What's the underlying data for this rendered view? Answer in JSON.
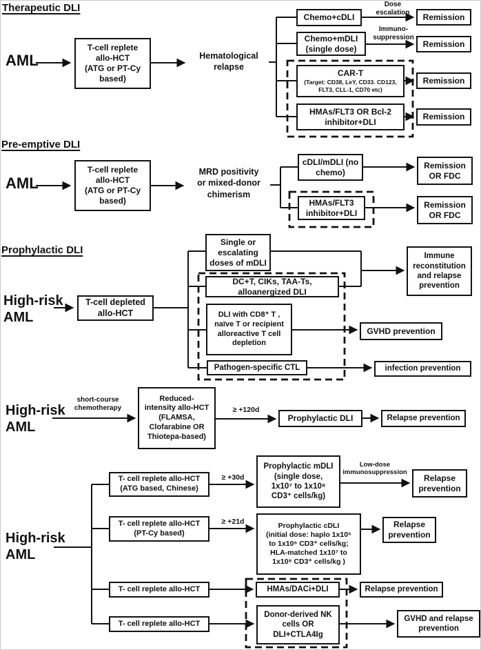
{
  "therapeutic": {
    "title": "Therapeutic DLI",
    "aml": "AML",
    "hct": "T-cell replete\nallo-HCT\n(ATG or PT-Cy\nbased)",
    "relapse": "Hematological\nrelapse",
    "chemo_cdli": "Chemo+cDLI",
    "dose_escalation": "Dose\nescalation",
    "remission1": "Remission",
    "chemo_mdli": "Chemo+mDLI\n(single dose)",
    "immunosuppression": "Immuno-\nsuppression",
    "remission2": "Remission",
    "car_t_title": "CAR-T",
    "car_t_targets": "(Target: CD38, LeY, CD33. CD123,\nFLT3, CLL-1, CD70 etc)",
    "remission3": "Remission",
    "hmas": "HMAs/FLT3 OR Bcl-2\ninhibitor+DLI",
    "remission4": "Remission"
  },
  "preemptive": {
    "title": "Pre-emptive DLI",
    "aml": "AML",
    "hct": "T-cell replete\nallo-HCT\n(ATG or PT-Cy\nbased)",
    "mrd": "MRD positivity\nor mixed-donor\nchimerism",
    "cdli_mdli": "cDLI/mDLI (no\nchemo)",
    "remission_fdc1": "Remission\nOR FDC",
    "hmas": "HMAs/FLT3\ninhibitor+DLI",
    "remission_fdc2": "Remission\nOR FDC"
  },
  "prophylactic": {
    "title": "Prophylactic DLI",
    "aml": "High-risk\nAML",
    "hct": "T-cell depleted\nallo-HCT",
    "mdli": "Single or\nescalating\ndoses of mDLI",
    "dc_t": "DC+T, CIKs, TAA-Ts,\nalloanergized DLI",
    "dli_cd8": "DLI with CD8⁺ T ,\nnaïve T or recipient\nalloreactive T cell\ndepletion",
    "pathogen_ctl": "Pathogen-specific CTL",
    "immune": "Immune\nreconstitution\nand relapse\nprevention",
    "gvhd": "GVHD prevention",
    "infection": "infection prevention"
  },
  "reduced": {
    "aml": "High-risk\nAML",
    "chemo_label": "short-course\nchemotherapy",
    "hct": "Reduced-\nintensity allo-HCT\n(FLAMSA,\nClofarabine OR\nThiotepa-based)",
    "days_label": "≥ +120d",
    "dli": "Prophylactic DLI",
    "outcome": "Relapse prevention"
  },
  "replete": {
    "aml": "High-risk\nAML",
    "hct_atg": "T- cell replete allo-HCT\n(ATG based, Chinese)",
    "d30": "≥ +30d",
    "mdli": "Prophylactic mDLI\n(single dose,\n1x10⁷ to 1x10⁸\nCD3⁺ cells/kg)",
    "lowdose": "Low-dose\nimmunosuppression",
    "relapse1": "Relapse\nprevention",
    "hct_ptcy": "T- cell replete allo-HCT\n(PT-Cy based)",
    "d21": "≥ +21d",
    "cdli": "Prophylactic cDLI\n(initial dose: haplo 1x10⁵\nto 1x10⁶ CD3⁺ cells/kg;\nHLA-matched 1x10⁷ to\n1x10⁸ CD3⁺ cells/kg )",
    "relapse2": "Relapse\nprevention",
    "hct3": "T- cell replete allo-HCT",
    "hmas_daci": "HMAs/DACi+DLI",
    "relapse3": "Relapse prevention",
    "hct4": "T- cell replete allo-HCT",
    "nk": "Donor-derived NK\ncells OR\nDLI+CTLA4Ig",
    "gvhd_relapse": "GVHD and relapse\nprevention"
  }
}
